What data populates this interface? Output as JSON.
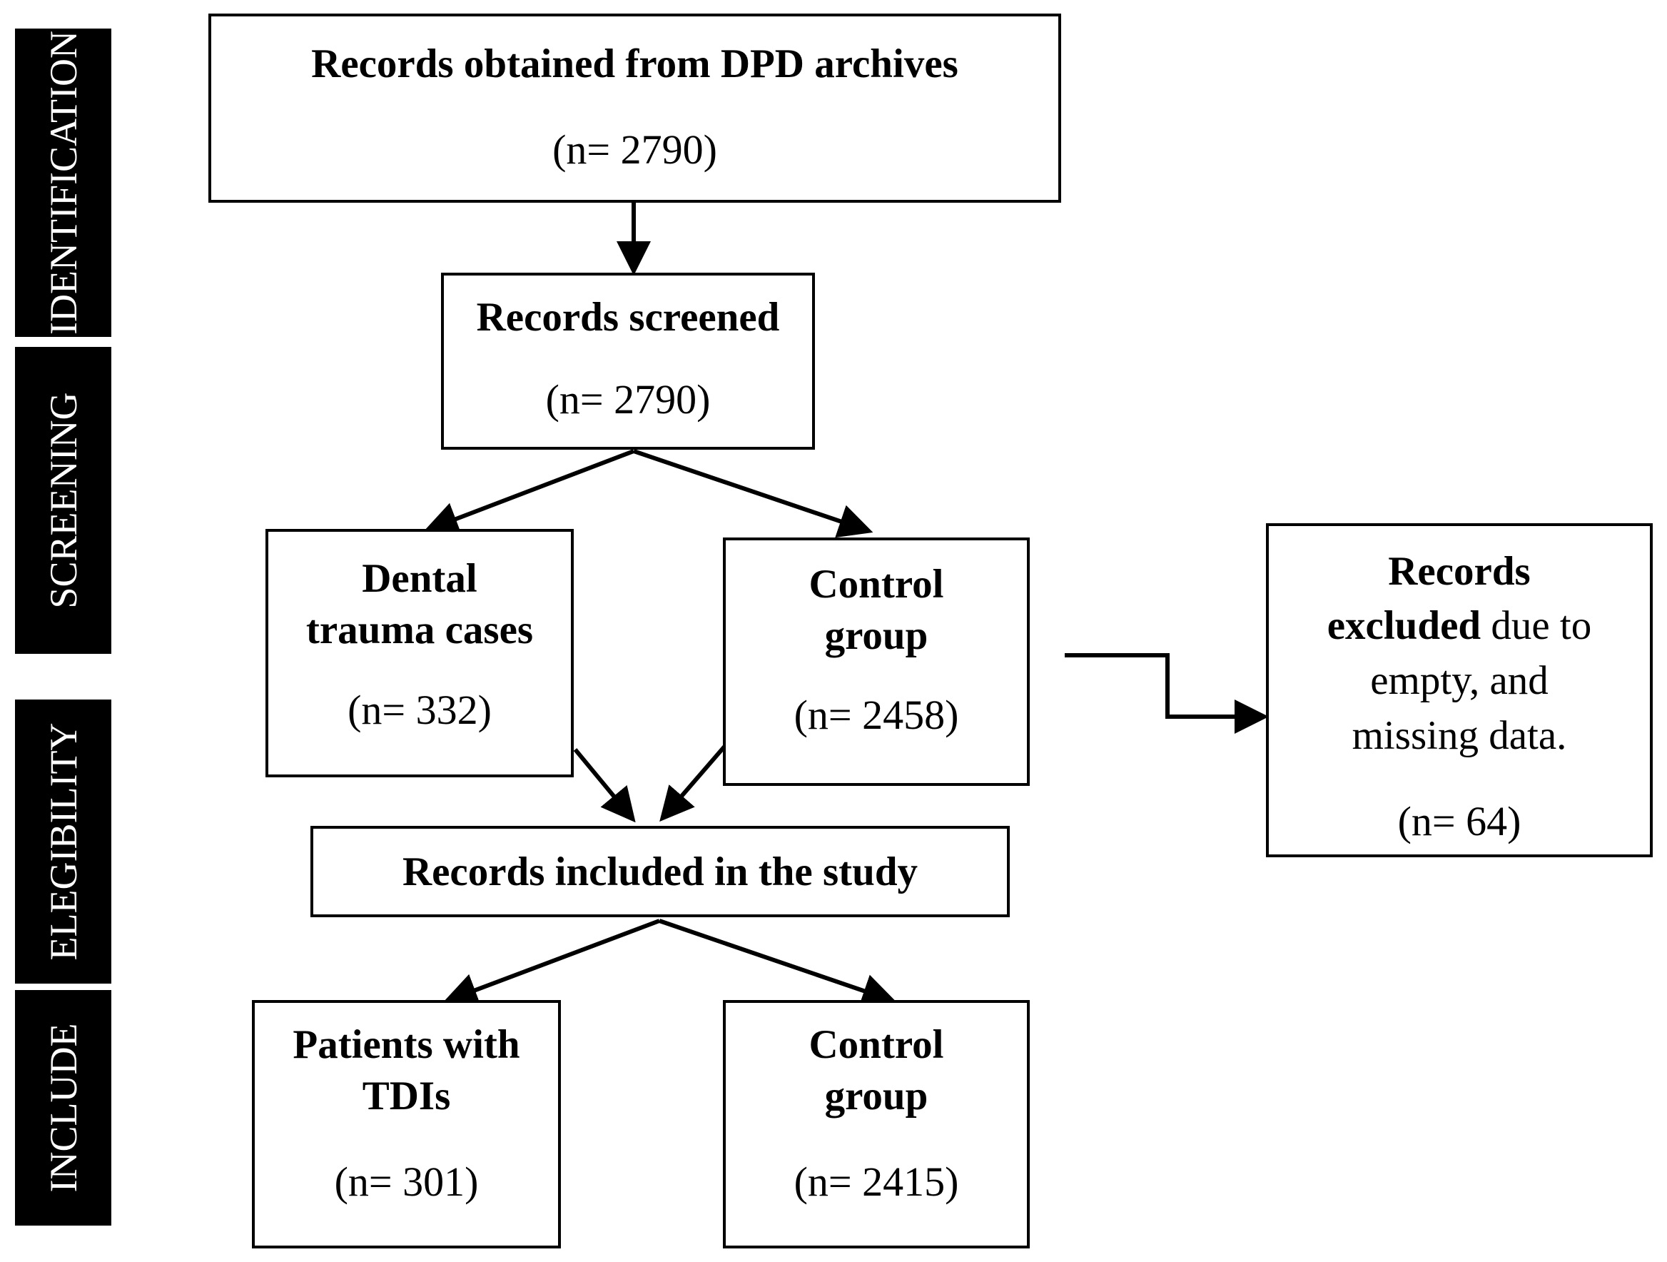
{
  "stages": {
    "identification": "IDENTIFICATION",
    "screening": "SCREENING",
    "elegibility": "ELEGIBILITY",
    "include": "INCLUDE"
  },
  "boxes": {
    "obtained": {
      "title": "Records obtained from DPD archives",
      "count": "(n= 2790)"
    },
    "screened": {
      "title": "Records screened",
      "count": "(n= 2790)"
    },
    "trauma": {
      "title_line1": "Dental",
      "title_line2": "trauma cases",
      "count": "(n= 332)"
    },
    "control_screen": {
      "title_line1": "Control",
      "title_line2": "group",
      "count": "(n= 2458)"
    },
    "excluded": {
      "line1": "Records",
      "line2_bold": "excluded",
      "line2_rest": " due to",
      "line3": "empty, and",
      "line4": "missing data.",
      "count": "(n= 64)"
    },
    "included": {
      "title": "Records included in the study"
    },
    "tdi": {
      "title_line1": "Patients with",
      "title_line2": "TDIs",
      "count": "(n= 301)"
    },
    "control_final": {
      "title_line1": "Control",
      "title_line2": "group",
      "count": "(n= 2415)"
    }
  }
}
